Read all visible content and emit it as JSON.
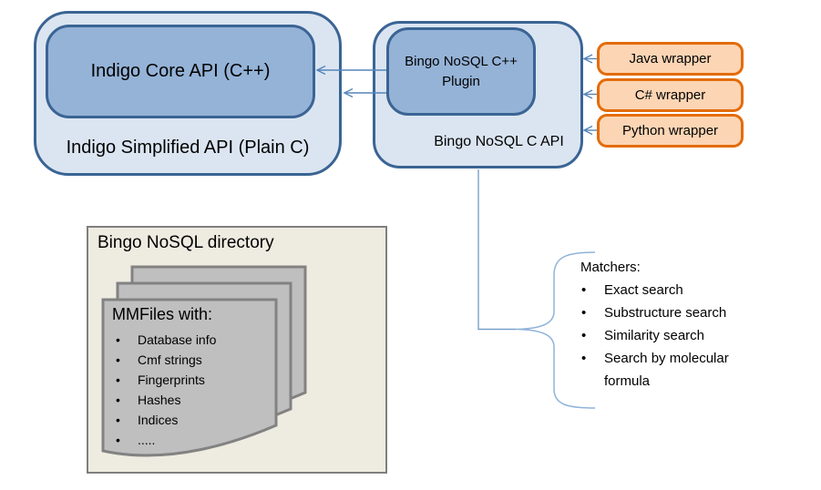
{
  "indigo": {
    "core_label": "Indigo Core API (C++)",
    "outer_label": "Indigo Simplified API (Plain C)"
  },
  "bingo": {
    "plugin_label": "Bingo NoSQL C++ Plugin",
    "outer_label": "Bingo NoSQL C API"
  },
  "wrappers": [
    {
      "label": "Java wrapper"
    },
    {
      "label": "C# wrapper"
    },
    {
      "label": "Python wrapper"
    }
  ],
  "directory": {
    "title": "Bingo NoSQL directory",
    "document": {
      "heading": "MMFiles with:",
      "items": [
        "Database info",
        "Cmf strings",
        "Fingerprints",
        "Hashes",
        "Indices",
        "....."
      ]
    }
  },
  "matchers": {
    "heading": "Matchers:",
    "items": [
      "Exact search",
      "Substructure search",
      "Similarity search",
      "Search by molecular formula"
    ]
  },
  "colors": {
    "box_border_blue": "#3a6494",
    "box_fill_light_blue": "#dbe5f1",
    "box_fill_medium_blue": "#95b3d7",
    "wrapper_border_orange": "#e36c0a",
    "wrapper_fill_orange": "#fcd5b4",
    "connector_blue": "#7aa0ca",
    "arrow_blue": "#5585bb",
    "brace_blue": "#8fb3da",
    "directory_fill": "#eeece1",
    "directory_border": "#7f7f7f",
    "document_fill": "#bfbfbf",
    "document_border": "#828282"
  }
}
